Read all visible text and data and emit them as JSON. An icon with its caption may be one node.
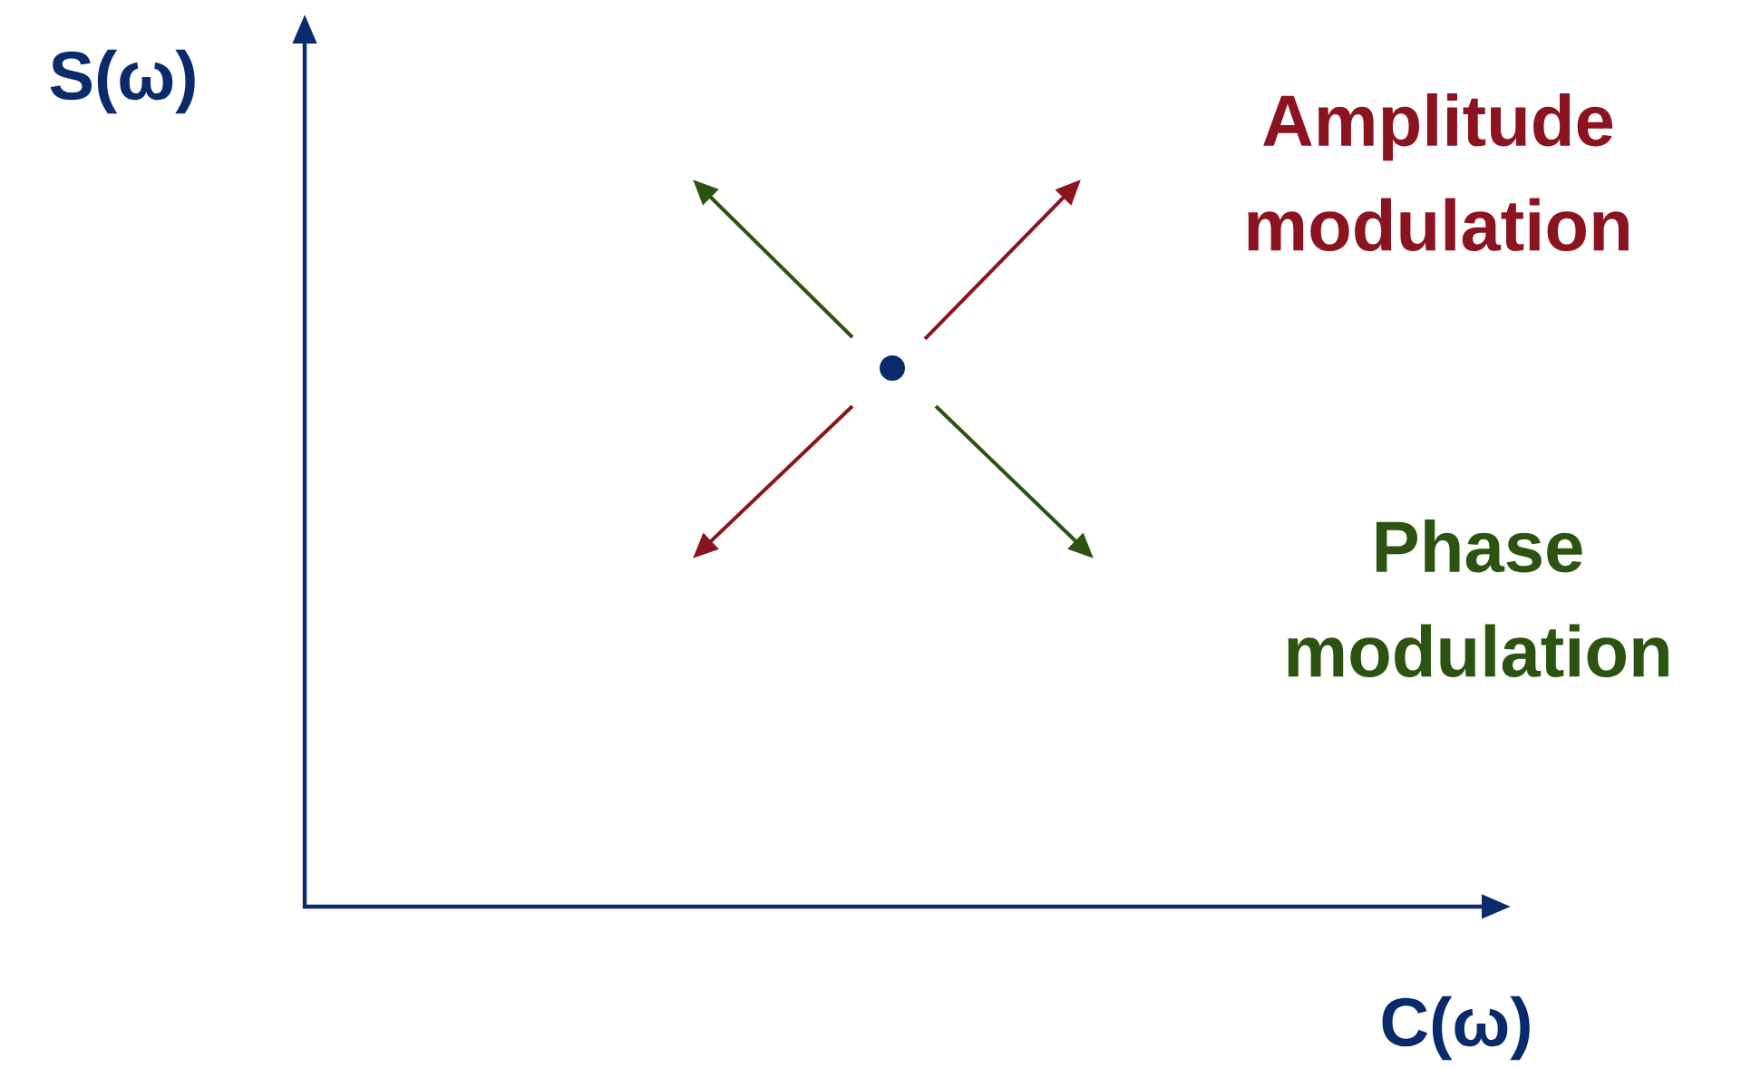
{
  "diagram": {
    "labels": [
      "S(ω)",
      "C(ω)",
      "Amplitude modulation",
      "Phase modulation"
    ]
  }
}
